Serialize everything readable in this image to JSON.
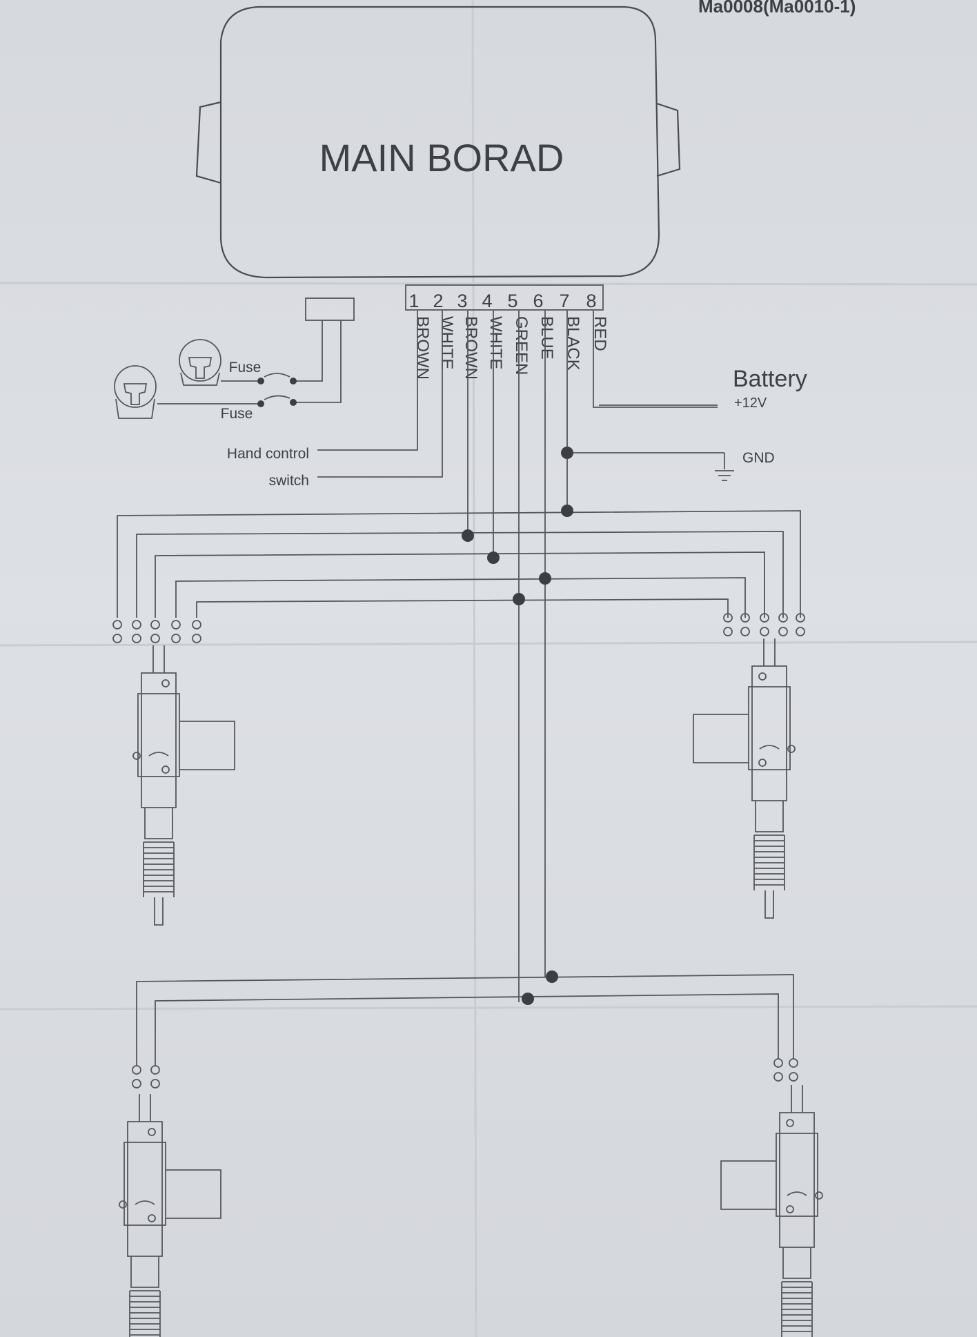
{
  "doc_code": "Ma0008(Ma0010-1)",
  "main_board_label": "MAIN BORAD",
  "connector": {
    "pins": [
      "1",
      "2",
      "3",
      "4",
      "5",
      "6",
      "7",
      "8"
    ],
    "wire_colors": [
      "BROWN",
      "WHITE",
      "BROWN",
      "WHITE",
      "GREEN",
      "BLUE",
      "BLACK",
      "RED"
    ]
  },
  "fuse_labels": [
    "Fuse",
    "Fuse"
  ],
  "hand_control_label": "Hand control",
  "switch_label": "switch",
  "battery": {
    "label": "Battery",
    "voltage": "+12V"
  },
  "gnd_label": "GND"
}
